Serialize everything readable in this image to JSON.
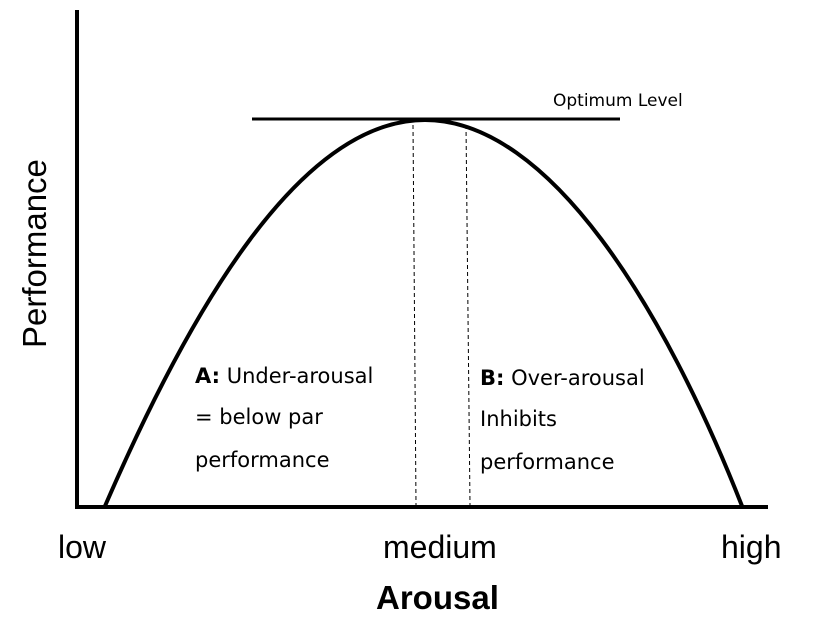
{
  "x_axis": {
    "title": "Arousal",
    "ticks": [
      "low",
      "medium",
      "high"
    ]
  },
  "y_axis": {
    "title": "Performance"
  },
  "optimum_label": "Optimum Level",
  "region_a": {
    "prefix": "A:",
    "line1": " Under-arousal",
    "line2": "= below par",
    "line3": "performance"
  },
  "region_b": {
    "prefix": "B:",
    "line1": " Over-arousal",
    "line2": "Inhibits",
    "line3": "performance"
  },
  "colors": {
    "ink": "#000000",
    "background": "#ffffff"
  }
}
